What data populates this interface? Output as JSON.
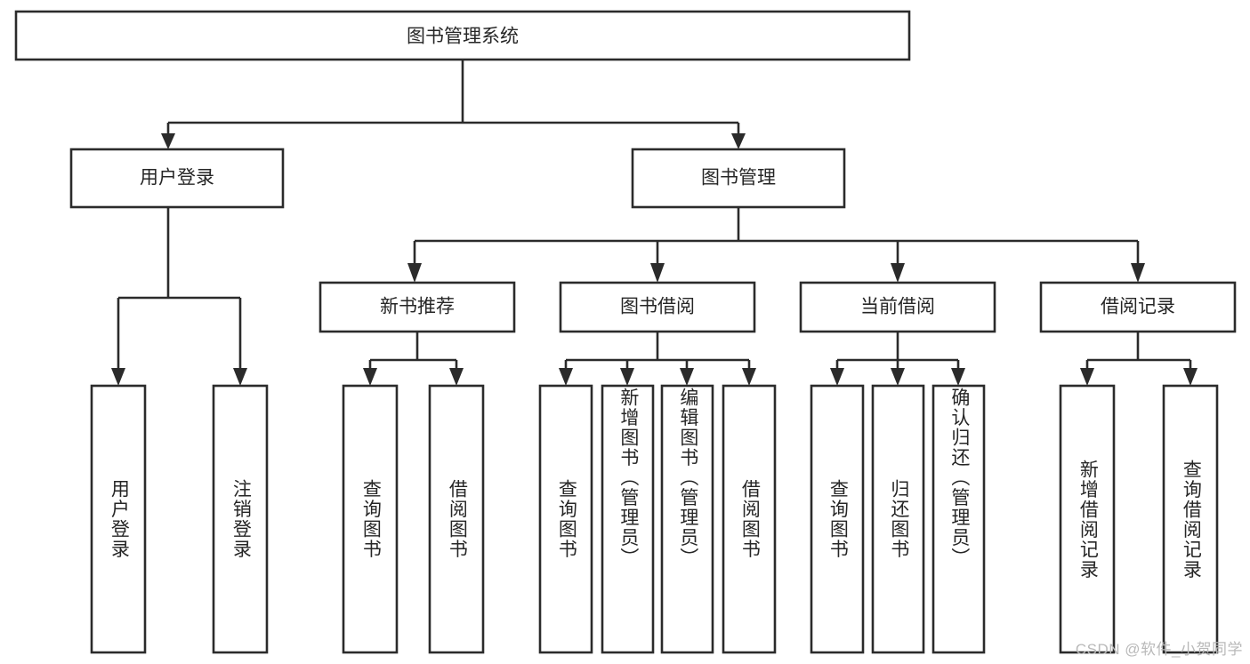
{
  "diagram": {
    "type": "tree-hierarchy",
    "title": "图书管理系统",
    "watermark": "CSDN @软件_小贺同学",
    "colors": {
      "stroke": "#2b2b2b",
      "fill": "#ffffff",
      "text": "#262626",
      "watermark": "#b9b9b9"
    },
    "levels": [
      {
        "level": 1,
        "nodes": [
          {
            "id": "root",
            "label": "图书管理系统",
            "orientation": "horizontal"
          }
        ]
      },
      {
        "level": 2,
        "nodes": [
          {
            "id": "login",
            "label": "用户登录",
            "orientation": "horizontal",
            "parent": "root"
          },
          {
            "id": "bookmgmt",
            "label": "图书管理",
            "orientation": "horizontal",
            "parent": "root"
          }
        ]
      },
      {
        "level": 3,
        "nodes": [
          {
            "id": "newbook",
            "label": "新书推荐",
            "orientation": "horizontal",
            "parent": "bookmgmt"
          },
          {
            "id": "borrow",
            "label": "图书借阅",
            "orientation": "horizontal",
            "parent": "bookmgmt"
          },
          {
            "id": "current",
            "label": "当前借阅",
            "orientation": "horizontal",
            "parent": "bookmgmt"
          },
          {
            "id": "record",
            "label": "借阅记录",
            "orientation": "horizontal",
            "parent": "bookmgmt"
          }
        ]
      },
      {
        "level": 4,
        "nodes": [
          {
            "id": "leaf-1",
            "label": "用户登录",
            "orientation": "vertical",
            "parent": "login"
          },
          {
            "id": "leaf-2",
            "label": "注销登录",
            "orientation": "vertical",
            "parent": "login"
          },
          {
            "id": "leaf-3",
            "label": "查询图书",
            "orientation": "vertical",
            "parent": "newbook"
          },
          {
            "id": "leaf-4",
            "label": "借阅图书",
            "orientation": "vertical",
            "parent": "newbook"
          },
          {
            "id": "leaf-5",
            "label": "查询图书",
            "orientation": "vertical",
            "parent": "borrow"
          },
          {
            "id": "leaf-6",
            "label": "新增图书（管理员）",
            "orientation": "vertical",
            "parent": "borrow"
          },
          {
            "id": "leaf-7",
            "label": "编辑图书（管理员）",
            "orientation": "vertical",
            "parent": "borrow"
          },
          {
            "id": "leaf-8",
            "label": "借阅图书",
            "orientation": "vertical",
            "parent": "borrow"
          },
          {
            "id": "leaf-9",
            "label": "查询图书",
            "orientation": "vertical",
            "parent": "current"
          },
          {
            "id": "leaf-10",
            "label": "归还图书",
            "orientation": "vertical",
            "parent": "current"
          },
          {
            "id": "leaf-11",
            "label": "确认归还（管理员）",
            "orientation": "vertical",
            "parent": "current"
          },
          {
            "id": "leaf-12",
            "label": "新增借阅记录",
            "orientation": "vertical",
            "parent": "record"
          },
          {
            "id": "leaf-13",
            "label": "查询借阅记录",
            "orientation": "vertical",
            "parent": "record"
          }
        ]
      }
    ]
  }
}
